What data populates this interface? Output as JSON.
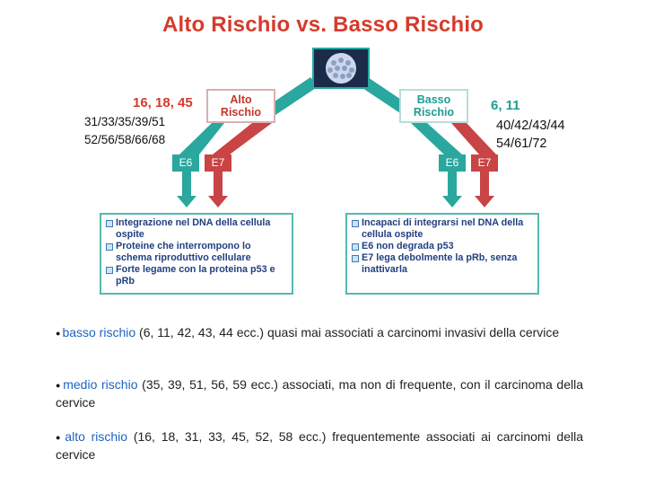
{
  "title": "Alto Rischio vs. Basso Rischio",
  "high_risk": {
    "label_line1": "Alto",
    "label_line2": "Rischio",
    "types_main": "16, 18, 45",
    "types_extra_line1": "31/33/35/39/51",
    "types_extra_line2": "52/56/58/66/68",
    "protein_e6": "E6",
    "protein_e7": "E7",
    "effects": [
      "Integrazione nel DNA della cellula ospite",
      "Proteine che interrompono lo schema riproduttivo cellulare",
      "Forte legame con la proteina p53 e pRb"
    ]
  },
  "low_risk": {
    "label_line1": "Basso",
    "label_line2": "Rischio",
    "types_main": "6, 11",
    "types_extra_line1": "40/42/43/44",
    "types_extra_line2": "54/61/72",
    "protein_e6": "E6",
    "protein_e7": "E7",
    "effects": [
      "Incapaci di integrarsi nel DNA della cellula ospite",
      "E6 non degrada p53",
      "E7 lega debolmente la pRb, senza inattivarla"
    ]
  },
  "notes": [
    {
      "lead": "basso rischio",
      "text": " (6, 11, 42, 43, 44 ecc.) quasi mai associati a carcinomi invasivi della cervice"
    },
    {
      "lead": "medio rischio",
      "text": " (35, 39, 51, 56, 59 ecc.) associati, ma non di frequente, con il carcinoma della cervice"
    },
    {
      "lead": "alto rischio",
      "text": " (16, 18, 31, 33, 45, 52, 58 ecc.) frequentemente associati ai carcinomi della cervice"
    }
  ],
  "colors": {
    "title": "#d63a2c",
    "teal": "#2aa79e",
    "red": "#c94444",
    "text_blue": "#213f80"
  },
  "icons": {
    "virus": "virus-image",
    "bullet": "square-bullet"
  }
}
